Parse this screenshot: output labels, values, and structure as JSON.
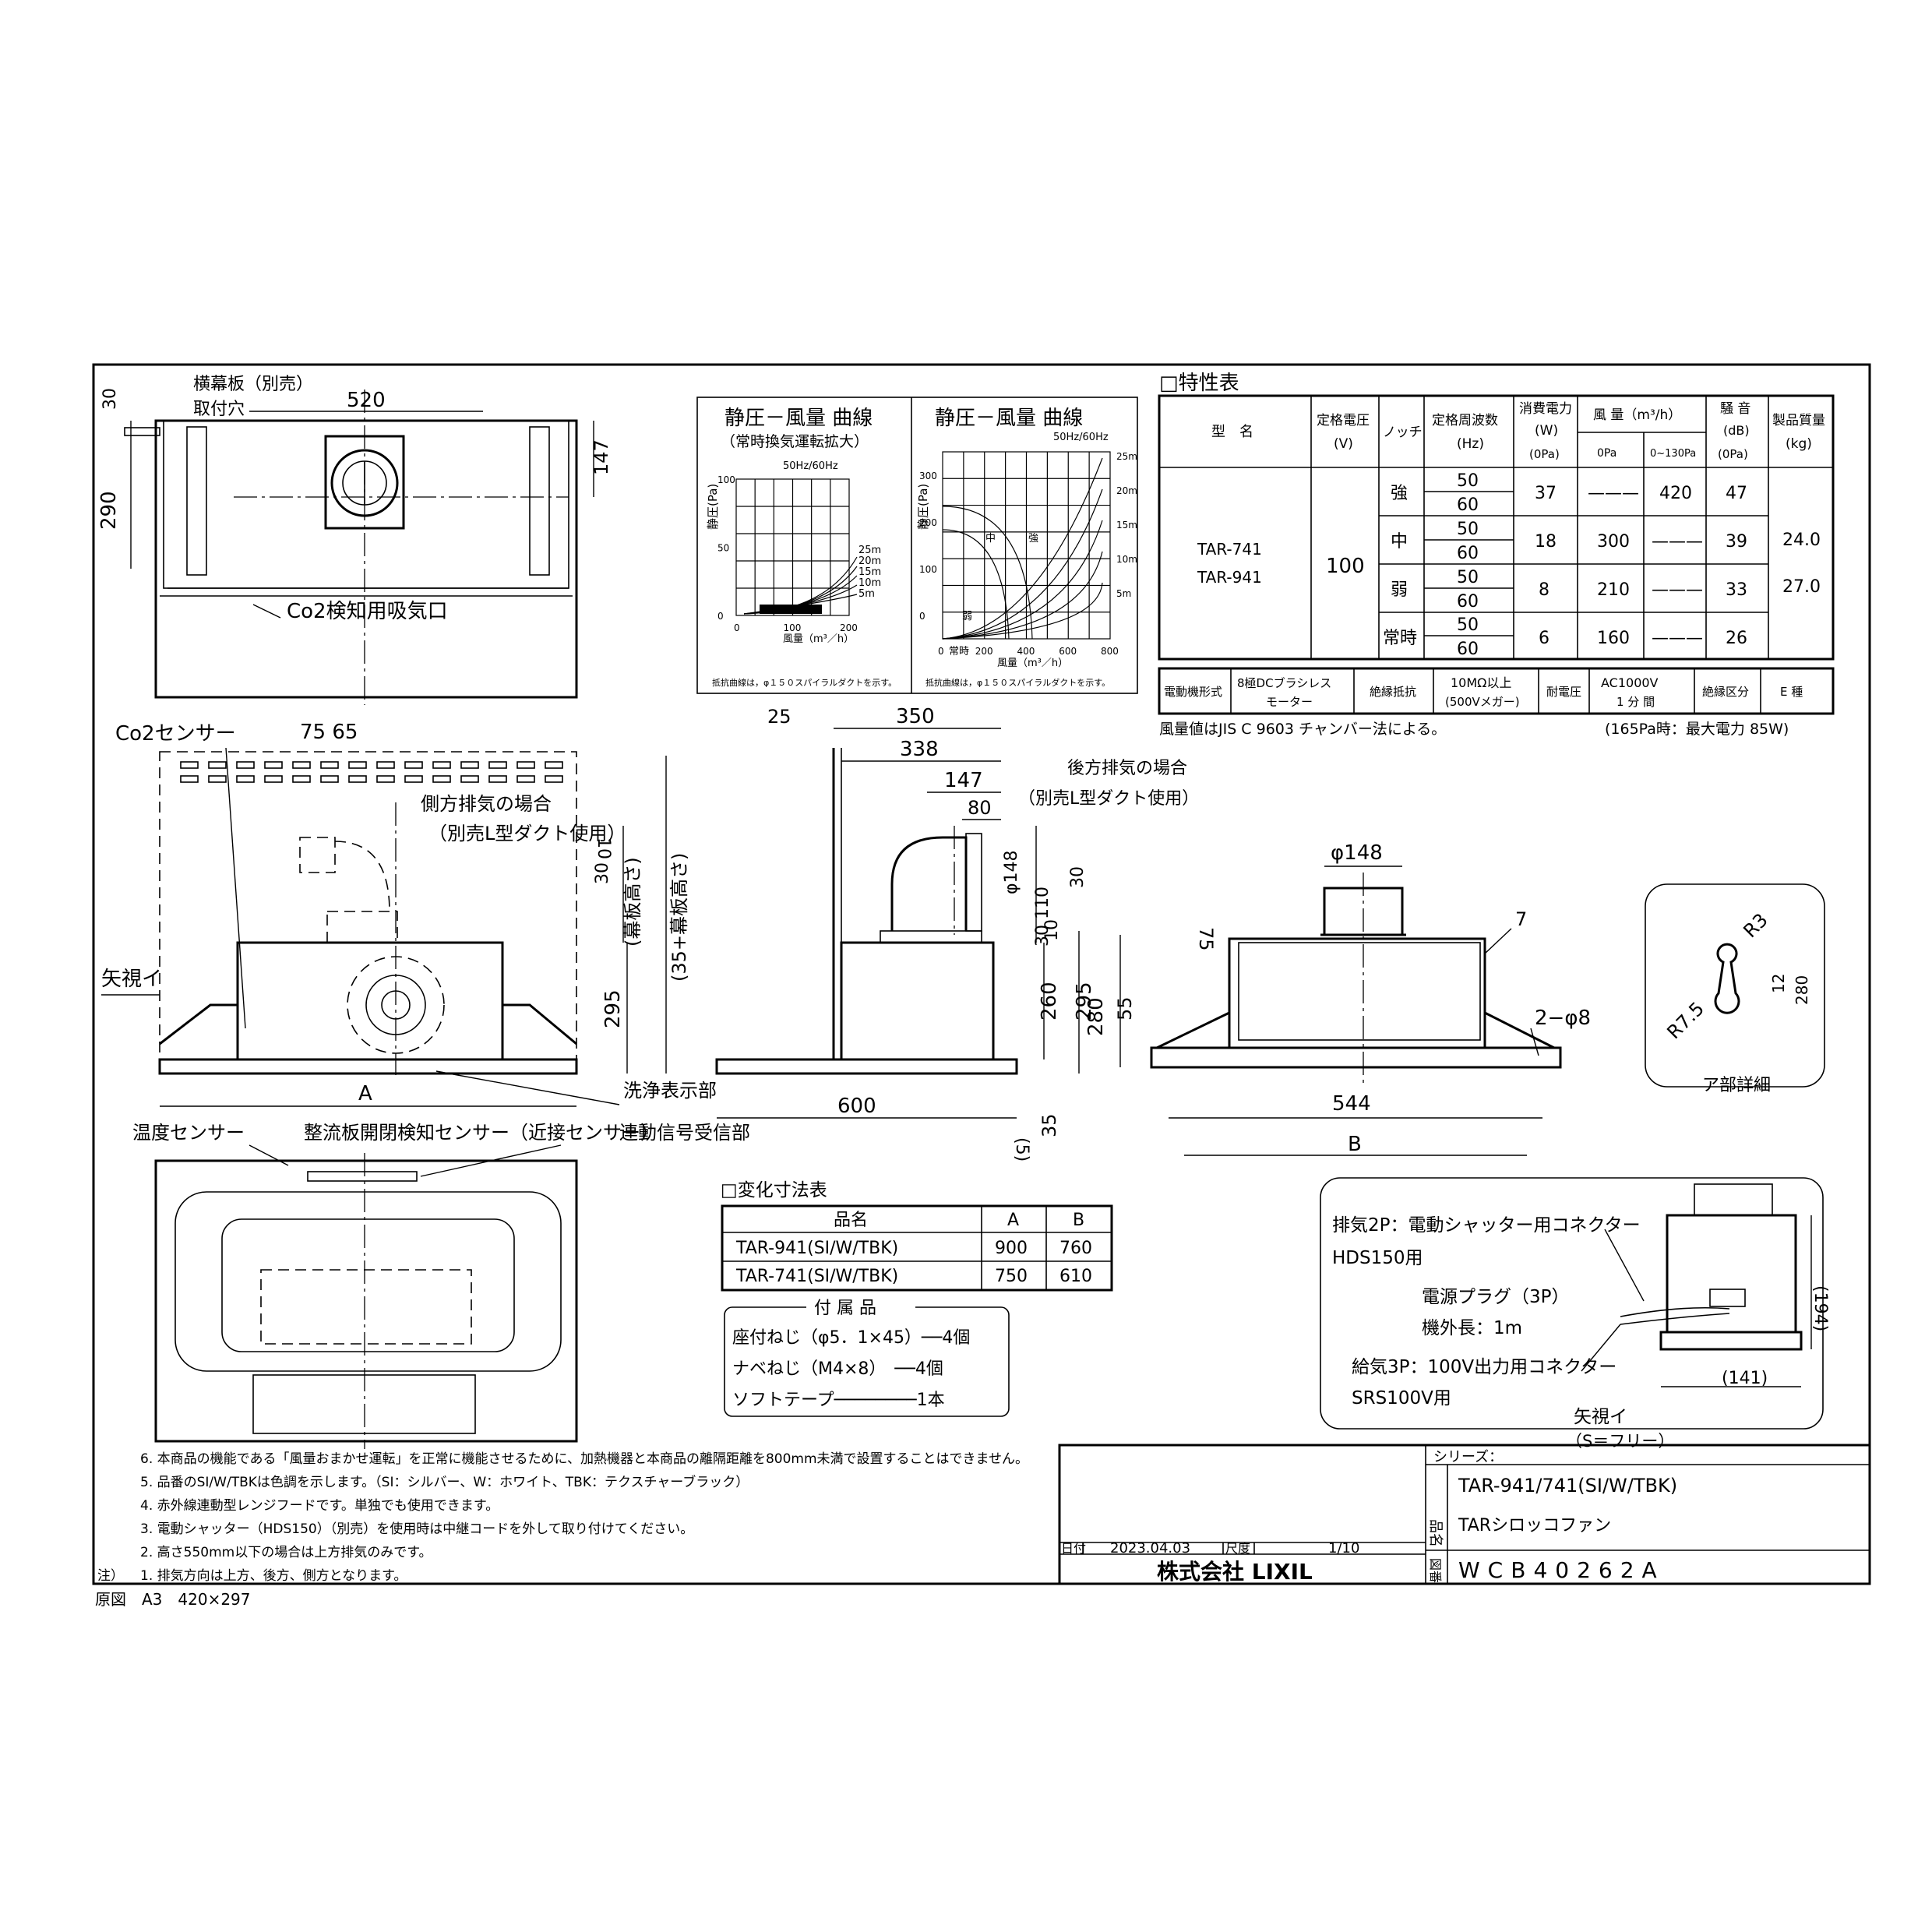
{
  "legend_top": {
    "yokomakuita": "横幕板（別売）",
    "toritsuke": "取付穴"
  },
  "dims": {
    "d520": "520",
    "d30": "30",
    "d290": "290",
    "d147": "147",
    "co2_inlet": "Co2検知用吸気口",
    "co2_sensor": "Co2センサー",
    "d75_65": "75 65",
    "side_case1": "側方排気の場合",
    "side_case2": "（別売L型ダクト使用）",
    "d10": "10",
    "d30b": "30",
    "makuita": "(幕板高さ)",
    "makuita35": "(35+幕板高さ)",
    "d295": "295",
    "yashi": "矢視イ",
    "dA": "A",
    "senjo": "洗浄表示部",
    "d25": "25",
    "d350": "350",
    "d338": "338",
    "d147b": "147",
    "d80": "80",
    "rear_case1": "後方排気の場合",
    "rear_case2": "（別売L型ダクト使用）",
    "phi148": "φ148",
    "d110": "110",
    "d30c": "30",
    "d30d": "30",
    "d10b": "10",
    "d260": "260",
    "d295b": "295",
    "d600": "600",
    "d5": "(5)",
    "d35": "35",
    "phi148b": "φ148",
    "d75": "75",
    "d280": "280",
    "d55": "55",
    "d7": "7",
    "d2phi8": "2−φ8",
    "d544": "544",
    "dB": "B",
    "onndo": "温度センサー",
    "seiryu": "整流板開閉検知センサー（近接センサー）",
    "rendou": "連動信号受信部",
    "r3": "R3",
    "r75": "R7.5",
    "d12": "12",
    "d280b": "280",
    "detail": "ア部詳細"
  },
  "chart1": {
    "title": "静圧－風量 曲線",
    "subtitle": "（常時換気運転拡大）",
    "ylabel": "静圧(Pa)",
    "xlabel": "風量（m³／h）",
    "legend": "50Hz/60Hz",
    "yticks": [
      "100",
      "50",
      "0"
    ],
    "xticks": [
      "100",
      "200"
    ],
    "curves": [
      "25m",
      "20m",
      "15m",
      "10m",
      "5m"
    ],
    "note": "抵抗曲線は，φ１５０スパイラルダクトを示す。"
  },
  "chart2": {
    "title": "静圧－風量 曲線",
    "legend": "50Hz/60Hz",
    "ylabel": "静圧(Pa)",
    "xlabel": "風量（m³／h）",
    "yticks": [
      "300",
      "200",
      "100",
      "0"
    ],
    "xticks": [
      "200",
      "400",
      "600",
      "800"
    ],
    "curves": [
      "25m",
      "20m",
      "15m",
      "10m",
      "5m"
    ],
    "modes": [
      "中",
      "強",
      "弱",
      "常時"
    ],
    "note": "抵抗曲線は，φ１５０スパイラルダクトを示す。"
  },
  "spec": {
    "title": "□特性表",
    "headers": {
      "model": "型　名",
      "voltage": "定格電圧",
      "voltage_u": "(V)",
      "notch": "ノッチ",
      "freq": "定格周波数",
      "freq_u": "(Hz)",
      "power": "消費電力",
      "power_u": "(W)",
      "power_p": "(0Pa)",
      "air": "風 量（m³/h）",
      "air0": "0Pa",
      "air130": "0~130Pa",
      "noise": "騒 音",
      "noise_u": "(dB)",
      "noise_p": "(0Pa)",
      "mass": "製品質量",
      "mass_u": "(kg)"
    },
    "models": [
      "TAR-741",
      "TAR-941"
    ],
    "voltage": "100",
    "masses": [
      "24.0",
      "27.0"
    ],
    "rows": [
      {
        "notch": "強",
        "f": [
          "50",
          "60"
        ],
        "w": "37",
        "a0": "———",
        "a130": "420",
        "db": "47"
      },
      {
        "notch": "中",
        "f": [
          "50",
          "60"
        ],
        "w": "18",
        "a0": "300",
        "a130": "———",
        "db": "39"
      },
      {
        "notch": "弱",
        "f": [
          "50",
          "60"
        ],
        "w": "8",
        "a0": "210",
        "a130": "———",
        "db": "33"
      },
      {
        "notch": "常時",
        "f": [
          "50",
          "60"
        ],
        "w": "6",
        "a0": "160",
        "a130": "———",
        "db": "26"
      }
    ],
    "motor_l": "電動機形式",
    "motor_v1": "8極DCブラシレス",
    "motor_v2": "モーター",
    "ins_l": "絶縁抵抗",
    "ins_v1": "10MΩ以上",
    "ins_v2": "(500Vメガー)",
    "with_l": "耐電圧",
    "with_v1": "AC1000V",
    "with_v2": "1 分 間",
    "cls_l": "絶縁区分",
    "cls_v": "E 種",
    "note1": "風量値はJIS C 9603 チャンバー法による。",
    "note2": "(165Pa時：最大電力 85W)"
  },
  "dimtable": {
    "title": "□変化寸法表",
    "h": [
      "品名",
      "A",
      "B"
    ],
    "rows": [
      [
        "TAR-941(SI/W/TBK)",
        "900",
        "760"
      ],
      [
        "TAR-741(SI/W/TBK)",
        "750",
        "610"
      ]
    ]
  },
  "accessories": {
    "title": "付 属 品",
    "items": [
      "座付ねじ（φ5．1×45）──4個",
      "ナベねじ（M4×8）　──4個",
      "ソフトテープ────────1本"
    ]
  },
  "wiring": {
    "l1": "排気2P：電動シャッター用コネクター",
    "l2": "HDS150用",
    "l3": "電源プラグ（3P）",
    "l4": "機外長：1m",
    "l5": "給気3P：100V出力用コネクター",
    "l6": "SRS100V用",
    "d194": "(194)",
    "d141": "(141)",
    "cap1": "矢視イ",
    "cap2": "（S＝フリー）"
  },
  "notes": [
    "6. 本商品の機能である「風量おまかせ運転」を正常に機能させるために、加熱機器と本商品の離隔距離を800mm未満で設置することはできません。",
    "5. 品番のSI/W/TBKは色調を示します。（SI：シルバー、W：ホワイト、TBK：テクスチャーブラック）",
    "4. 赤外線連動型レンジフードです。単独でも使用できます。",
    "3. 電動シャッター（HDS150）（別売）を使用時は中継コードを外して取り付けてください。",
    "2. 高さ550mm以下の場合は上方排気のみです。",
    "1. 排気方向は上方、後方、側方となります。"
  ],
  "notes_prefix": "注）",
  "original": "原図　A3　420×297",
  "title_block": {
    "series_l": "シリーズ：",
    "name_l": "品名",
    "name1": "TAR-941/741(SI/W/TBK)",
    "name2": "TARシロッコファン",
    "date_l": "日付",
    "date": "2023.04.03",
    "scale_l": "尺度",
    "scale": "1/10",
    "company": "株式会社 LIXIL",
    "dwg_l": "図番",
    "dwg": "WCB40262A"
  }
}
